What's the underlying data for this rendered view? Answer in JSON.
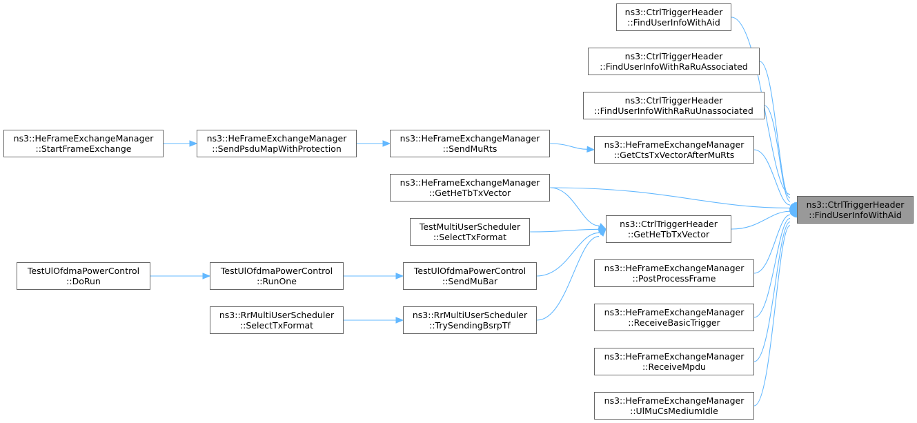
{
  "diagram": {
    "nodes": [
      {
        "id": "target",
        "line1": "ns3::CtrlTriggerHeader",
        "line2": "::FindUserInfoWithAid"
      },
      {
        "id": "c1",
        "line1": "ns3::CtrlTriggerHeader",
        "line2": "::FindUserInfoWithAid"
      },
      {
        "id": "c2",
        "line1": "ns3::CtrlTriggerHeader",
        "line2": "::FindUserInfoWithRaRuAssociated"
      },
      {
        "id": "c3",
        "line1": "ns3::CtrlTriggerHeader",
        "line2": "::FindUserInfoWithRaRuUnassociated"
      },
      {
        "id": "c4",
        "line1": "ns3::HeFrameExchangeManager",
        "line2": "::GetCtsTxVectorAfterMuRts"
      },
      {
        "id": "c5",
        "line1": "ns3::CtrlTriggerHeader",
        "line2": "::GetHeTbTxVector"
      },
      {
        "id": "c6",
        "line1": "ns3::HeFrameExchangeManager",
        "line2": "::PostProcessFrame"
      },
      {
        "id": "c7",
        "line1": "ns3::HeFrameExchangeManager",
        "line2": "::ReceiveBasicTrigger"
      },
      {
        "id": "c8",
        "line1": "ns3::HeFrameExchangeManager",
        "line2": "::ReceiveMpdu"
      },
      {
        "id": "c9",
        "line1": "ns3::HeFrameExchangeManager",
        "line2": "::UlMuCsMediumIdle"
      },
      {
        "id": "b1",
        "line1": "ns3::HeFrameExchangeManager",
        "line2": "::SendMuRts"
      },
      {
        "id": "b2",
        "line1": "ns3::HeFrameExchangeManager",
        "line2": "::GetHeTbTxVector"
      },
      {
        "id": "b3",
        "line1": "TestMultiUserScheduler",
        "line2": "::SelectTxFormat"
      },
      {
        "id": "b4",
        "line1": "TestUlOfdmaPowerControl",
        "line2": "::SendMuBar"
      },
      {
        "id": "b5",
        "line1": "ns3::RrMultiUserScheduler",
        "line2": "::TrySendingBsrpTf"
      },
      {
        "id": "a1",
        "line1": "ns3::HeFrameExchangeManager",
        "line2": "::SendPsduMapWithProtection"
      },
      {
        "id": "a2",
        "line1": "TestUlOfdmaPowerControl",
        "line2": "::RunOne"
      },
      {
        "id": "a3",
        "line1": "ns3::RrMultiUserScheduler",
        "line2": "::SelectTxFormat"
      },
      {
        "id": "z1",
        "line1": "ns3::HeFrameExchangeManager",
        "line2": "::StartFrameExchange"
      },
      {
        "id": "z2",
        "line1": "TestUlOfdmaPowerControl",
        "line2": "::DoRun"
      }
    ],
    "edges": [
      {
        "from": "c1",
        "to": "target"
      },
      {
        "from": "c2",
        "to": "target"
      },
      {
        "from": "c3",
        "to": "target"
      },
      {
        "from": "c4",
        "to": "target"
      },
      {
        "from": "b2",
        "to": "target"
      },
      {
        "from": "c5",
        "to": "target"
      },
      {
        "from": "c6",
        "to": "target"
      },
      {
        "from": "c7",
        "to": "target"
      },
      {
        "from": "c8",
        "to": "target"
      },
      {
        "from": "c9",
        "to": "target"
      },
      {
        "from": "b1",
        "to": "c4"
      },
      {
        "from": "b2",
        "to": "c5"
      },
      {
        "from": "b3",
        "to": "c5"
      },
      {
        "from": "b4",
        "to": "c5"
      },
      {
        "from": "b5",
        "to": "c5"
      },
      {
        "from": "a1",
        "to": "b1"
      },
      {
        "from": "a2",
        "to": "b4"
      },
      {
        "from": "a3",
        "to": "b5"
      },
      {
        "from": "z1",
        "to": "a1"
      },
      {
        "from": "z2",
        "to": "a2"
      }
    ],
    "colors": {
      "edge": "#63b8ff",
      "node_border": "#666666",
      "focus_fill": "#999999"
    }
  }
}
